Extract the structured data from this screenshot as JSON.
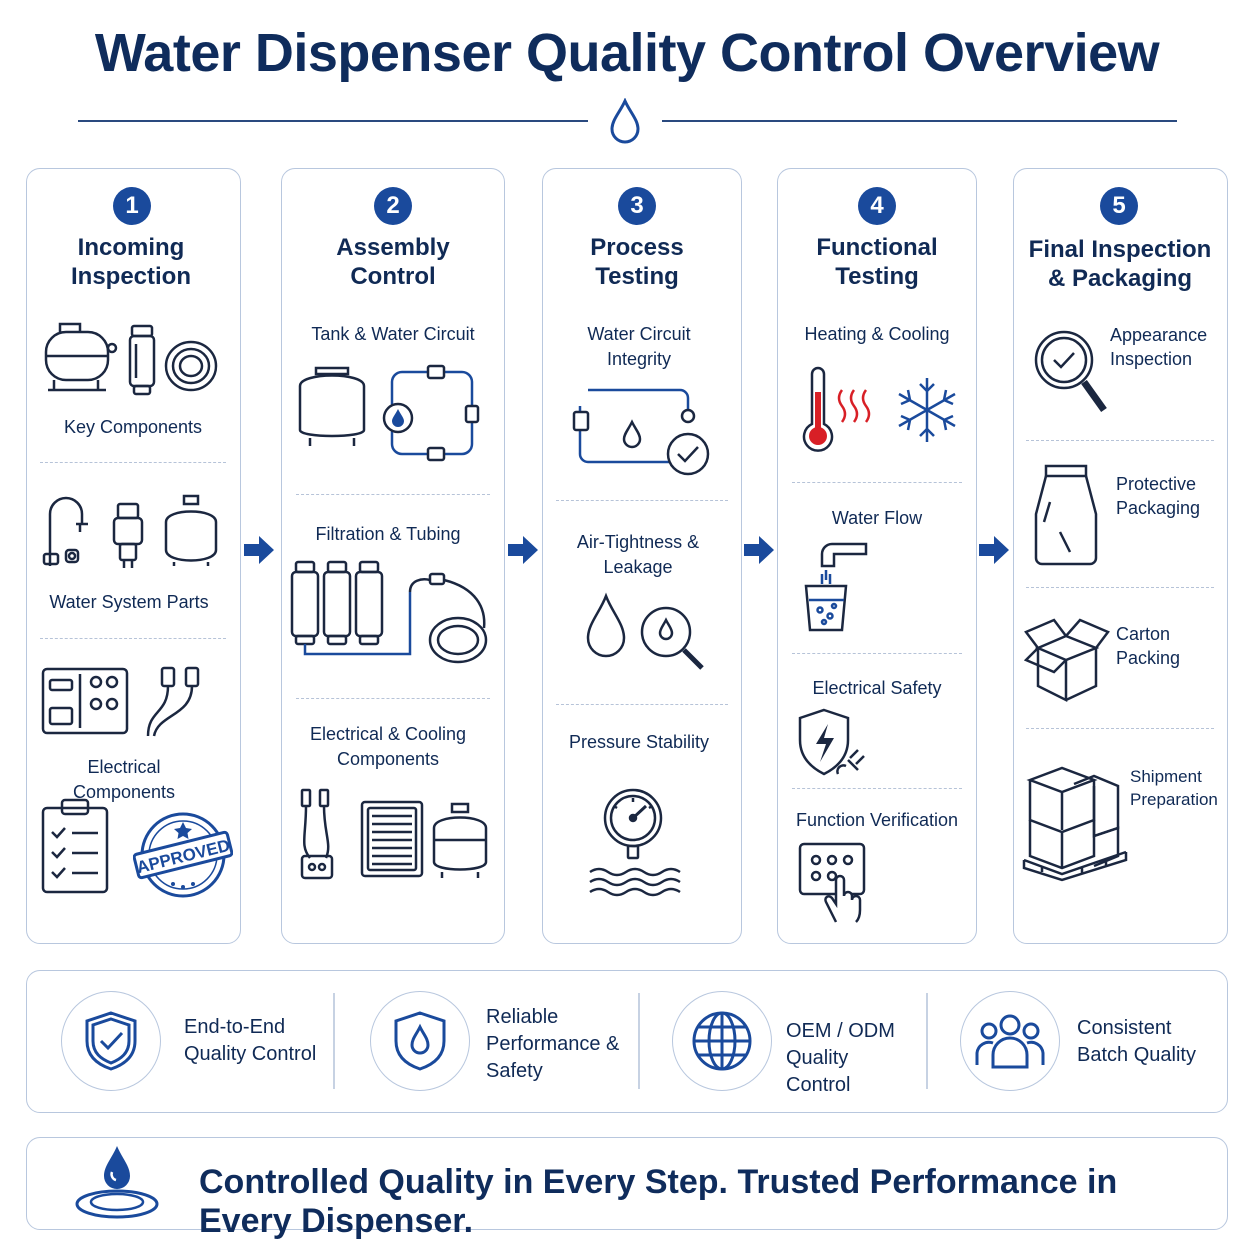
{
  "title": "Water Dispenser Quality Control Overview",
  "steps": [
    {
      "num": "1",
      "title": "Incoming Inspection",
      "items": [
        "Key Components",
        "Water System Parts",
        "Electrical Components"
      ],
      "stamp": "APPROVED"
    },
    {
      "num": "2",
      "title": "Assembly Control",
      "items": [
        "Tank & Water Circuit",
        "Filtration & Tubing",
        "Electrical & Cooling Components"
      ]
    },
    {
      "num": "3",
      "title": "Process Testing",
      "items": [
        "Water Circuit Integrity",
        "Air-Tightness & Leakage",
        "Pressure Stability"
      ]
    },
    {
      "num": "4",
      "title": "Functional Testing",
      "items": [
        "Heating & Cooling",
        "Water Flow",
        "Electrical Safety",
        "Function Verification"
      ]
    },
    {
      "num": "5",
      "title": "Final Inspection & Packaging",
      "items": [
        "Appearance Inspection",
        "Protective Packaging",
        "Carton Packing",
        "Shipment Preparation"
      ]
    }
  ],
  "benefits": [
    {
      "icon": "shield-check-icon",
      "text": "End-to-End Quality Control"
    },
    {
      "icon": "shield-drop-icon",
      "text": "Reliable Performance & Safety"
    },
    {
      "icon": "globe-icon",
      "text": "OEM / ODM Quality Control"
    },
    {
      "icon": "team-icon",
      "text": "Consistent Batch Quality"
    }
  ],
  "slogan": "Controlled Quality in Every Step. Trusted Performance in Every Dispenser.",
  "colors": {
    "primary": "#1a4a9c",
    "navy": "#0f2c5c",
    "border": "#b8c7de"
  }
}
